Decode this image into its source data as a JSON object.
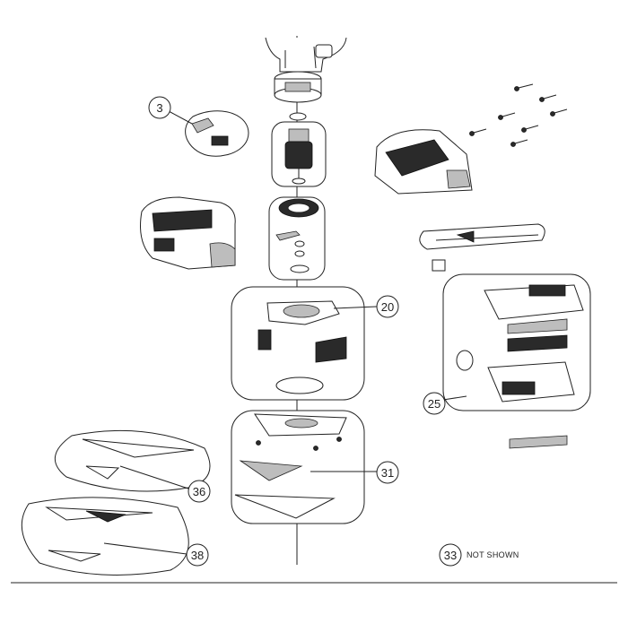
{
  "callouts": {
    "c3": "3",
    "c20": "20",
    "c25": "25",
    "c31": "31",
    "c33": "33",
    "c36": "36",
    "c38": "38"
  },
  "note_not_shown": "NOT SHOWN"
}
